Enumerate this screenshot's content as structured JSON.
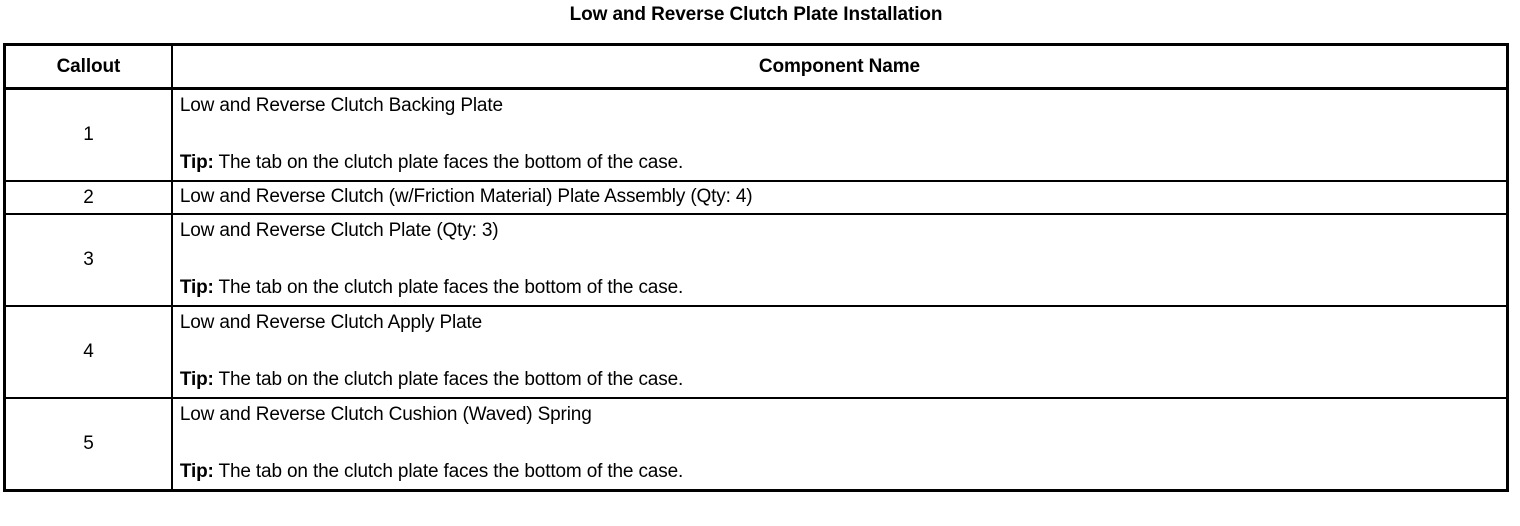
{
  "document": {
    "title": "Low and Reverse Clutch Plate Installation"
  },
  "table": {
    "headers": {
      "callout": "Callout",
      "component_name": "Component Name"
    },
    "tip_label": "Tip:",
    "rows": [
      {
        "callout": "1",
        "name": "Low and Reverse Clutch Backing Plate",
        "tip_text": " The tab on the clutch plate faces the bottom of the case."
      },
      {
        "callout": "2",
        "name": "Low and Reverse Clutch (w/Friction Material) Plate Assembly (Qty: 4)",
        "tip_text": ""
      },
      {
        "callout": "3",
        "name": "Low and Reverse Clutch Plate (Qty: 3)",
        "tip_text": " The tab on the clutch plate faces the bottom of the case."
      },
      {
        "callout": "4",
        "name": "Low and Reverse Clutch Apply Plate",
        "tip_text": " The tab on the clutch plate faces the bottom of the case."
      },
      {
        "callout": "5",
        "name": "Low and Reverse Clutch Cushion (Waved) Spring",
        "tip_text": " The tab on the clutch plate faces the bottom of the case."
      }
    ]
  },
  "colors": {
    "border": "#000000",
    "text": "#000000",
    "background": "#ffffff"
  }
}
